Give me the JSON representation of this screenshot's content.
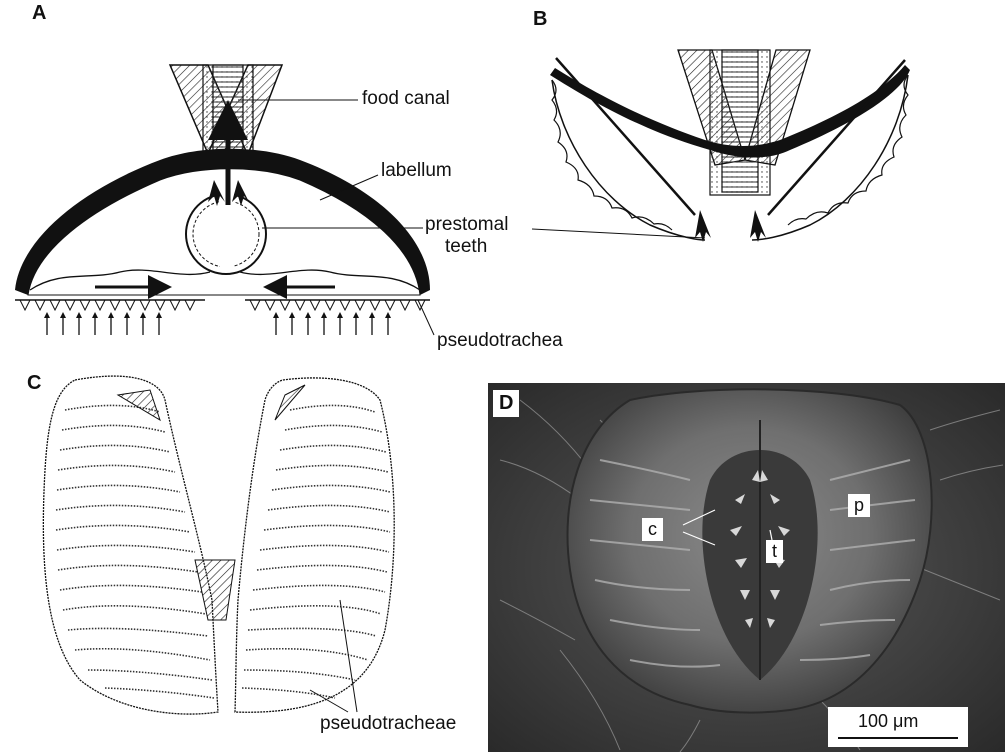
{
  "panels": {
    "a": {
      "letter": "A"
    },
    "b": {
      "letter": "B"
    },
    "c": {
      "letter": "C"
    },
    "d": {
      "letter": "D"
    }
  },
  "labels": {
    "food_canal": "food canal",
    "labellum": "labellum",
    "prestomal_line1": "prestomal",
    "prestomal_line2": "teeth",
    "pseudotrachea": "pseudotrachea",
    "pseudotracheae": "pseudotracheae"
  },
  "sem_labels": {
    "c": "c",
    "t": "t",
    "p": "p"
  },
  "scale_bar": "100 μm"
}
